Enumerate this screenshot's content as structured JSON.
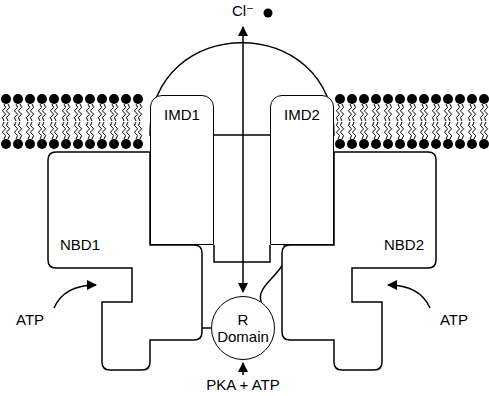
{
  "diagram": {
    "nodes": [
      {
        "text": [
          "IMD1"
        ]
      },
      {
        "text": [
          "IMD2"
        ]
      },
      {
        "text": [
          "NBD1"
        ]
      },
      {
        "text": [
          "NBD2"
        ]
      },
      {
        "text": [
          "R Domain"
        ]
      }
    ],
    "edges": [
      {
        "from": 2,
        "to": 4,
        "arrow": "none"
      },
      {
        "from": 4,
        "to": 1,
        "arrow": "none"
      }
    ],
    "labels": [
      "Cl⁻",
      "ATP",
      "ATP",
      "PKA + ATP"
    ]
  }
}
